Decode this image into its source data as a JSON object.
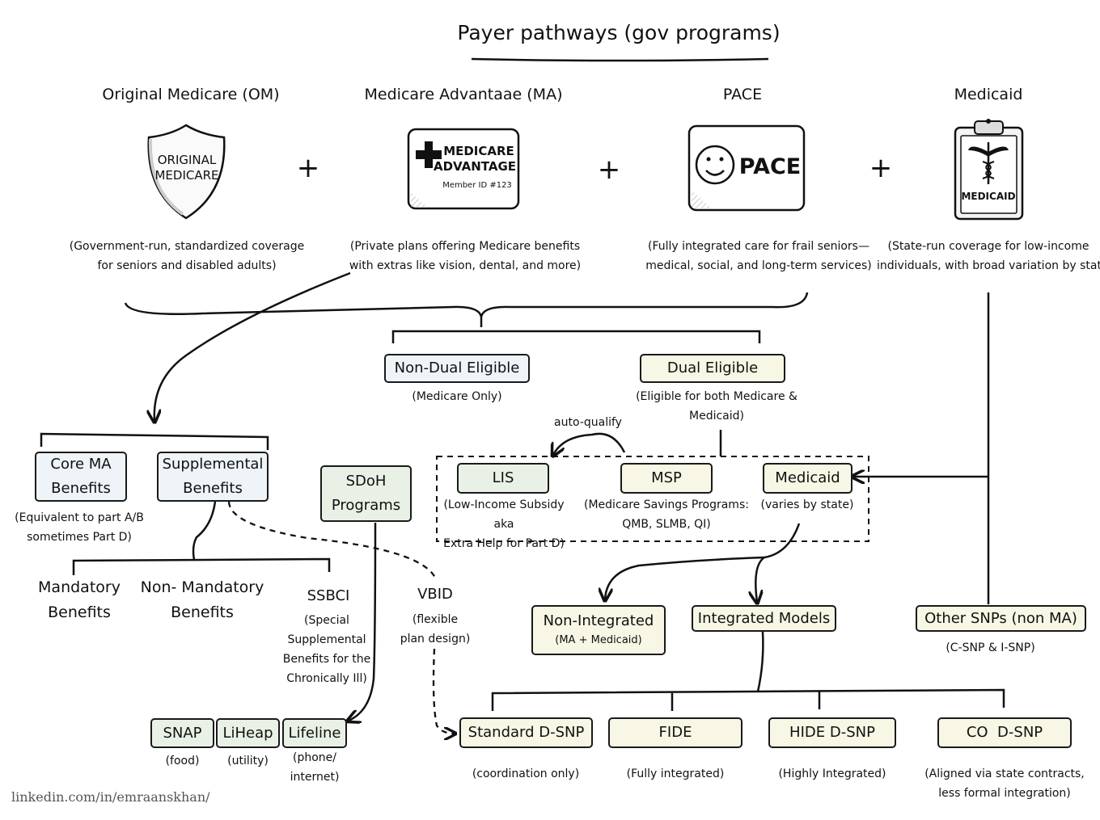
{
  "title": "Payer pathways (gov programs)",
  "programs": [
    {
      "name": "Original Medicare (OM)",
      "icon": "shield-icon",
      "icon_text": [
        "ORIGINAL",
        "MEDICARE"
      ],
      "desc": [
        "(Government-run, standardized coverage",
        "for seniors and disabled adults)"
      ]
    },
    {
      "name": "Medicare Advantaae (MA)",
      "icon": "medicare-advantage-card-icon",
      "icon_text": [
        "MEDICARE",
        "ADVANTAGE",
        "Member ID #123"
      ],
      "desc": [
        "(Private plans offering Medicare benefits",
        "with extras like vision, dental, and more)"
      ]
    },
    {
      "name": "PACE",
      "icon": "smiley-card-icon",
      "icon_text": [
        "PACE"
      ],
      "desc": [
        "(Fully integrated care for frail seniors—",
        "medical, social, and long-term services)"
      ]
    },
    {
      "name": "Medicaid",
      "icon": "clipboard-caduceus-icon",
      "icon_text": [
        "MEDICAID"
      ],
      "desc": [
        "(State-run coverage for low-income",
        "individuals, with broad variation by state)"
      ]
    }
  ],
  "plus_sign": "+",
  "eligibility": {
    "non_dual": {
      "label": "Non-Dual Eligible",
      "note": "(Medicare Only)"
    },
    "dual": {
      "label": "Dual Eligible",
      "note": [
        "(Eligible for both Medicare &",
        "Medicaid)"
      ]
    }
  },
  "dual_programs": {
    "auto_qualify": "auto-qualify",
    "lis": {
      "label": "LIS",
      "note": [
        "(Low-Income Subsidy aka",
        "Extra Help for Part D)"
      ]
    },
    "msp": {
      "label": "MSP",
      "note": [
        "(Medicare Savings Programs:",
        "QMB, SLMB, QI)"
      ]
    },
    "medicaid": {
      "label": "Medicaid",
      "note": "(varies by state)"
    }
  },
  "ma_benefits": {
    "core": {
      "label": [
        "Core MA",
        "Benefits"
      ],
      "note": [
        "(Equivalent to part A/B",
        "sometimes Part D)"
      ]
    },
    "supplemental": {
      "label": [
        "Supplemental",
        "Benefits"
      ]
    },
    "mandatory": [
      "Mandatory",
      "Benefits"
    ],
    "non_mandatory": [
      "Non- Mandatory",
      "Benefits"
    ],
    "ssbci": {
      "label": "SSBCI",
      "note": [
        "(Special",
        "Supplemental",
        "Benefits for the",
        "Chronically Ill)"
      ]
    },
    "vbid": {
      "label": "VBID",
      "note": [
        "(flexible",
        "plan design)"
      ]
    }
  },
  "sdoh": {
    "label": [
      "SDoH",
      "Programs"
    ],
    "items": [
      {
        "label": "SNAP",
        "note": [
          "(food)"
        ]
      },
      {
        "label": "LiHeap",
        "note": [
          "(utility)"
        ]
      },
      {
        "label": "Lifeline",
        "note": [
          "(phone/",
          "internet)"
        ]
      }
    ]
  },
  "models": {
    "non_integrated": {
      "label": "Non-Integrated",
      "sub": "(MA + Medicaid)"
    },
    "integrated": {
      "label": "Integrated Models"
    },
    "other_snps": {
      "label": "Other SNPs (non MA)",
      "note": "(C-SNP & I-SNP)"
    }
  },
  "dsnps": [
    {
      "label": "Standard D-SNP",
      "note": [
        "(coordination only)"
      ]
    },
    {
      "label": "FIDE",
      "note": [
        "(Fully integrated)"
      ]
    },
    {
      "label": "HIDE D-SNP",
      "note": [
        "(Highly Integrated)"
      ]
    },
    {
      "label": "CO  D-SNP",
      "note": [
        "(Aligned via state contracts,",
        "less formal integration)"
      ]
    }
  ],
  "credit": "linkedin.com/in/emraanskhan/",
  "colors": {
    "blue_box": "#eef4f8",
    "cream_box": "#f8f6e4",
    "green_box": "#e9f1e6",
    "ink": "#1a1a1a"
  }
}
